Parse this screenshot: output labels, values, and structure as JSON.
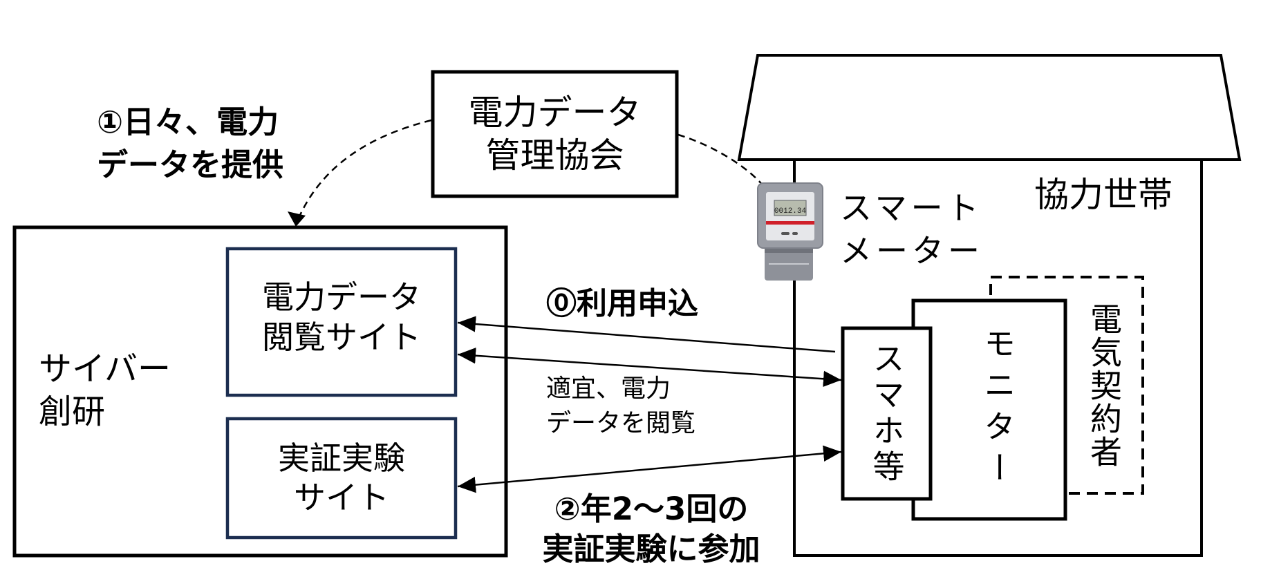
{
  "colors": {
    "line": "#000000",
    "site_box_border": "#1c2e50",
    "meter_body": "#8e9199",
    "meter_accent": "#d0202a"
  },
  "provider": {
    "name_line1": "電力データ",
    "name_line2": "管理協会"
  },
  "steps": {
    "step1_line1": "①日々、電力",
    "step1_line2": "データを提供",
    "step0": "⓪利用申込",
    "browse_line1": "適宜、電力",
    "browse_line2": "データを閲覧",
    "step2_line1": "②年2〜3回の",
    "step2_line2": "実証実験に参加"
  },
  "company": {
    "name_line1": "サイバー",
    "name_line2": "創研",
    "site1_line1": "電力データ",
    "site1_line2": "閲覧サイト",
    "site2_line1": "実証実験",
    "site2_line2": "サイト"
  },
  "household": {
    "label": "協力世帯",
    "meter_label_line1": "スマート",
    "meter_label_line2": "メーター",
    "meter_reading": "0012.34",
    "smartphone": "スマホ等",
    "monitor": "モニター",
    "contractor": "電気契約者"
  }
}
